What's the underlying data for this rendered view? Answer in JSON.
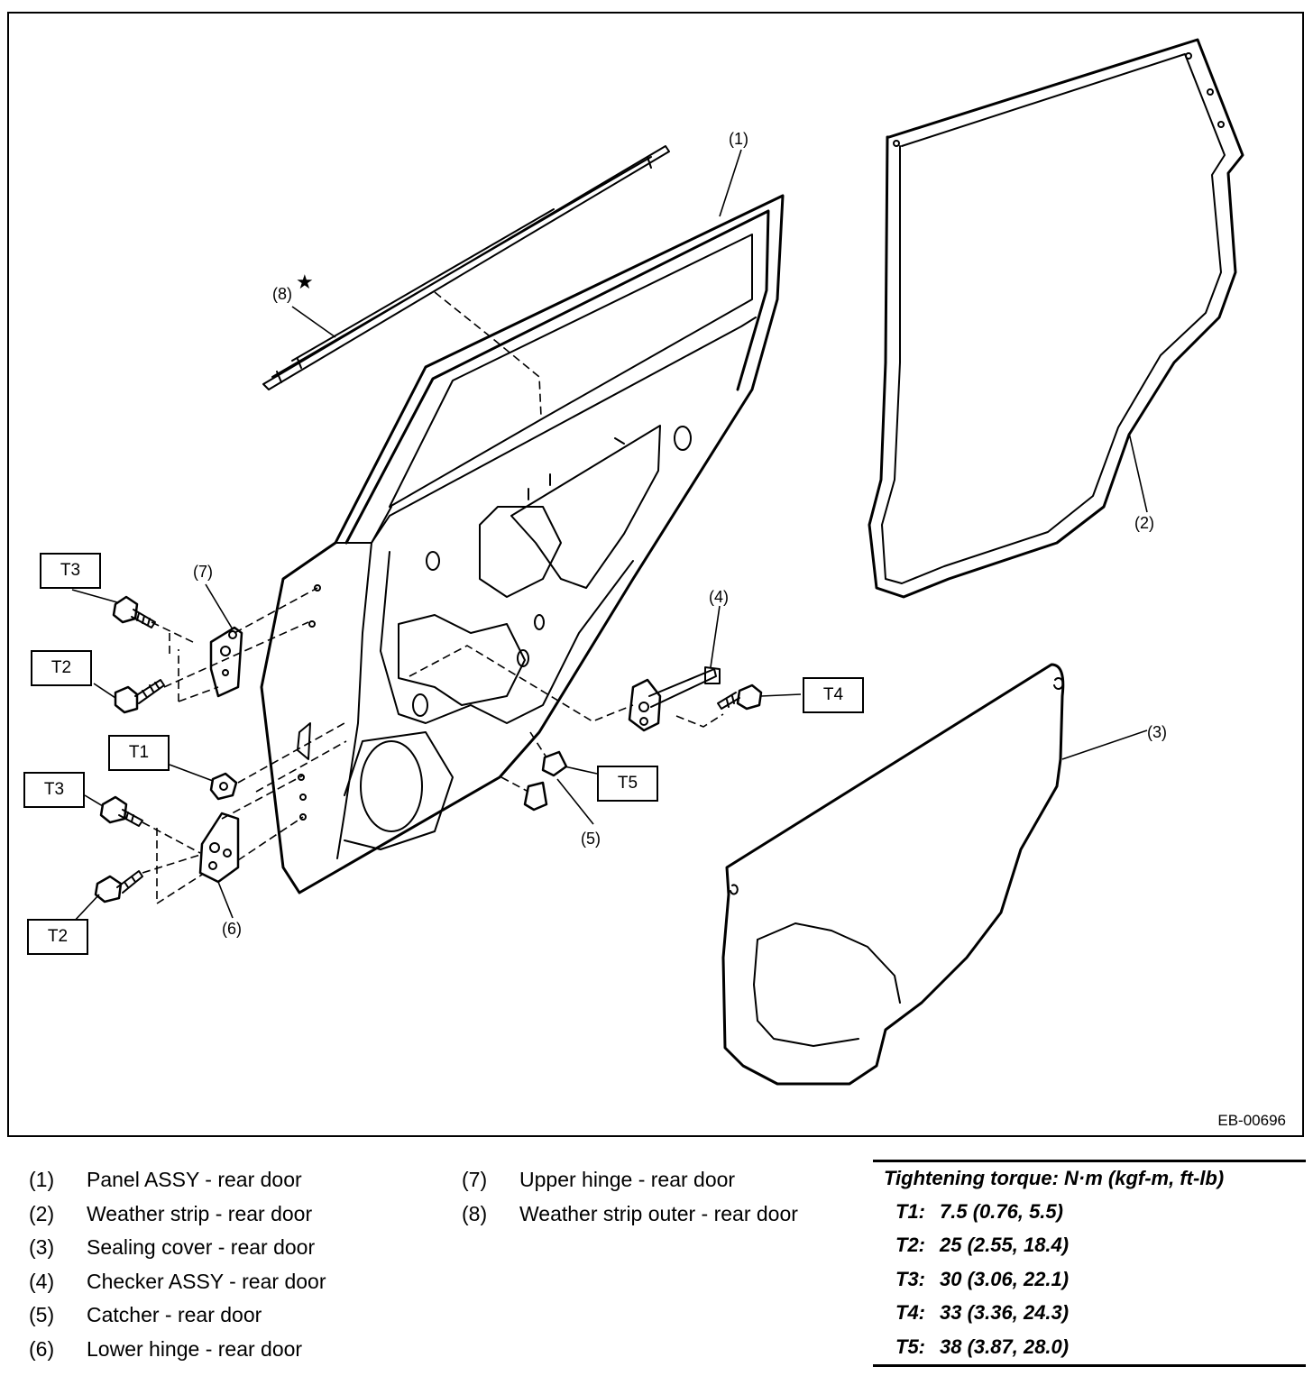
{
  "figure": {
    "code": "EB-00696",
    "callouts": {
      "c1": "(1)",
      "c2": "(2)",
      "c3": "(3)",
      "c4": "(4)",
      "c5": "(5)",
      "c6": "(6)",
      "c7": "(7)",
      "c8": "(8)",
      "star": "★"
    },
    "torque_tags": {
      "t3_upper": "T3",
      "t2_upper": "T2",
      "t1": "T1",
      "t3_lower": "T3",
      "t2_lower": "T2",
      "t4": "T4",
      "t5": "T5"
    }
  },
  "legend": {
    "left": [
      {
        "num": "(1)",
        "label": "Panel ASSY - rear door"
      },
      {
        "num": "(2)",
        "label": "Weather strip - rear door"
      },
      {
        "num": "(3)",
        "label": "Sealing cover - rear door"
      },
      {
        "num": "(4)",
        "label": "Checker ASSY - rear door"
      },
      {
        "num": "(5)",
        "label": "Catcher - rear door"
      },
      {
        "num": "(6)",
        "label": "Lower hinge - rear door"
      }
    ],
    "middle": [
      {
        "num": "(7)",
        "label": "Upper hinge - rear door"
      },
      {
        "num": "(8)",
        "label": "Weather strip outer - rear door"
      }
    ]
  },
  "torque": {
    "title": "Tightening torque: N·m (kgf-m, ft-lb)",
    "rows": [
      {
        "id": "T1:",
        "value": "7.5 (0.76, 5.5)"
      },
      {
        "id": "T2:",
        "value": "25 (2.55, 18.4)"
      },
      {
        "id": "T3:",
        "value": "30 (3.06, 22.1)"
      },
      {
        "id": "T4:",
        "value": "33 (3.36, 24.3)"
      },
      {
        "id": "T5:",
        "value": "38 (3.87, 28.0)"
      }
    ]
  }
}
